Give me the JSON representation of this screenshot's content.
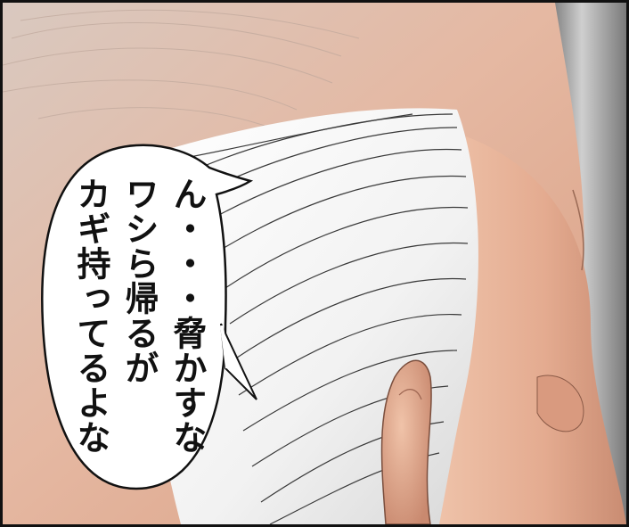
{
  "speech_bubble": {
    "lines": [
      "ん・・・脅かすな",
      "ワシら帰るが",
      "カギ持ってるよな"
    ]
  },
  "colors": {
    "skin": "#e8b79d",
    "skin_shadow": "#c98f76",
    "hair": "#f4f4f4",
    "border": "#111111",
    "bubble_fill": "#ffffff"
  }
}
